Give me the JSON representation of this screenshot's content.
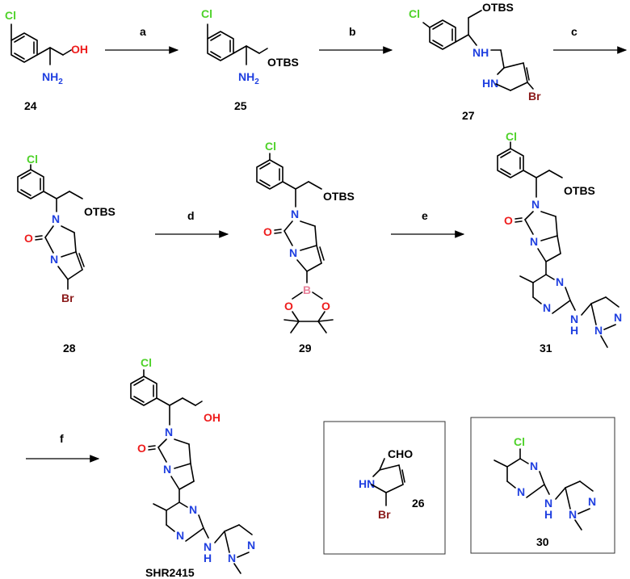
{
  "steps": {
    "a": "a",
    "b": "b",
    "c": "c",
    "d": "d",
    "e": "e",
    "f": "f"
  },
  "compounds": {
    "c24": "24",
    "c25": "25",
    "c27": "27",
    "c28": "28",
    "c29": "29",
    "c31": "31",
    "final": "SHR2415",
    "c26": "26",
    "c30": "30"
  },
  "atoms": {
    "cl": "Cl",
    "nh2": "NH",
    "nh2_sub": "2",
    "oh": "OH",
    "otbs": "OTBS",
    "nh": "NH",
    "hn": "HN",
    "n": "N",
    "br": "Br",
    "o": "O",
    "b": "B",
    "cho": "CHO",
    "h": "H"
  },
  "colors": {
    "chlorine": "#4fd22a",
    "nitrogen": "#1f3fe0",
    "oxygen": "#ee1c1c",
    "bromine": "#8b1a1a",
    "boron": "#e8829a"
  }
}
